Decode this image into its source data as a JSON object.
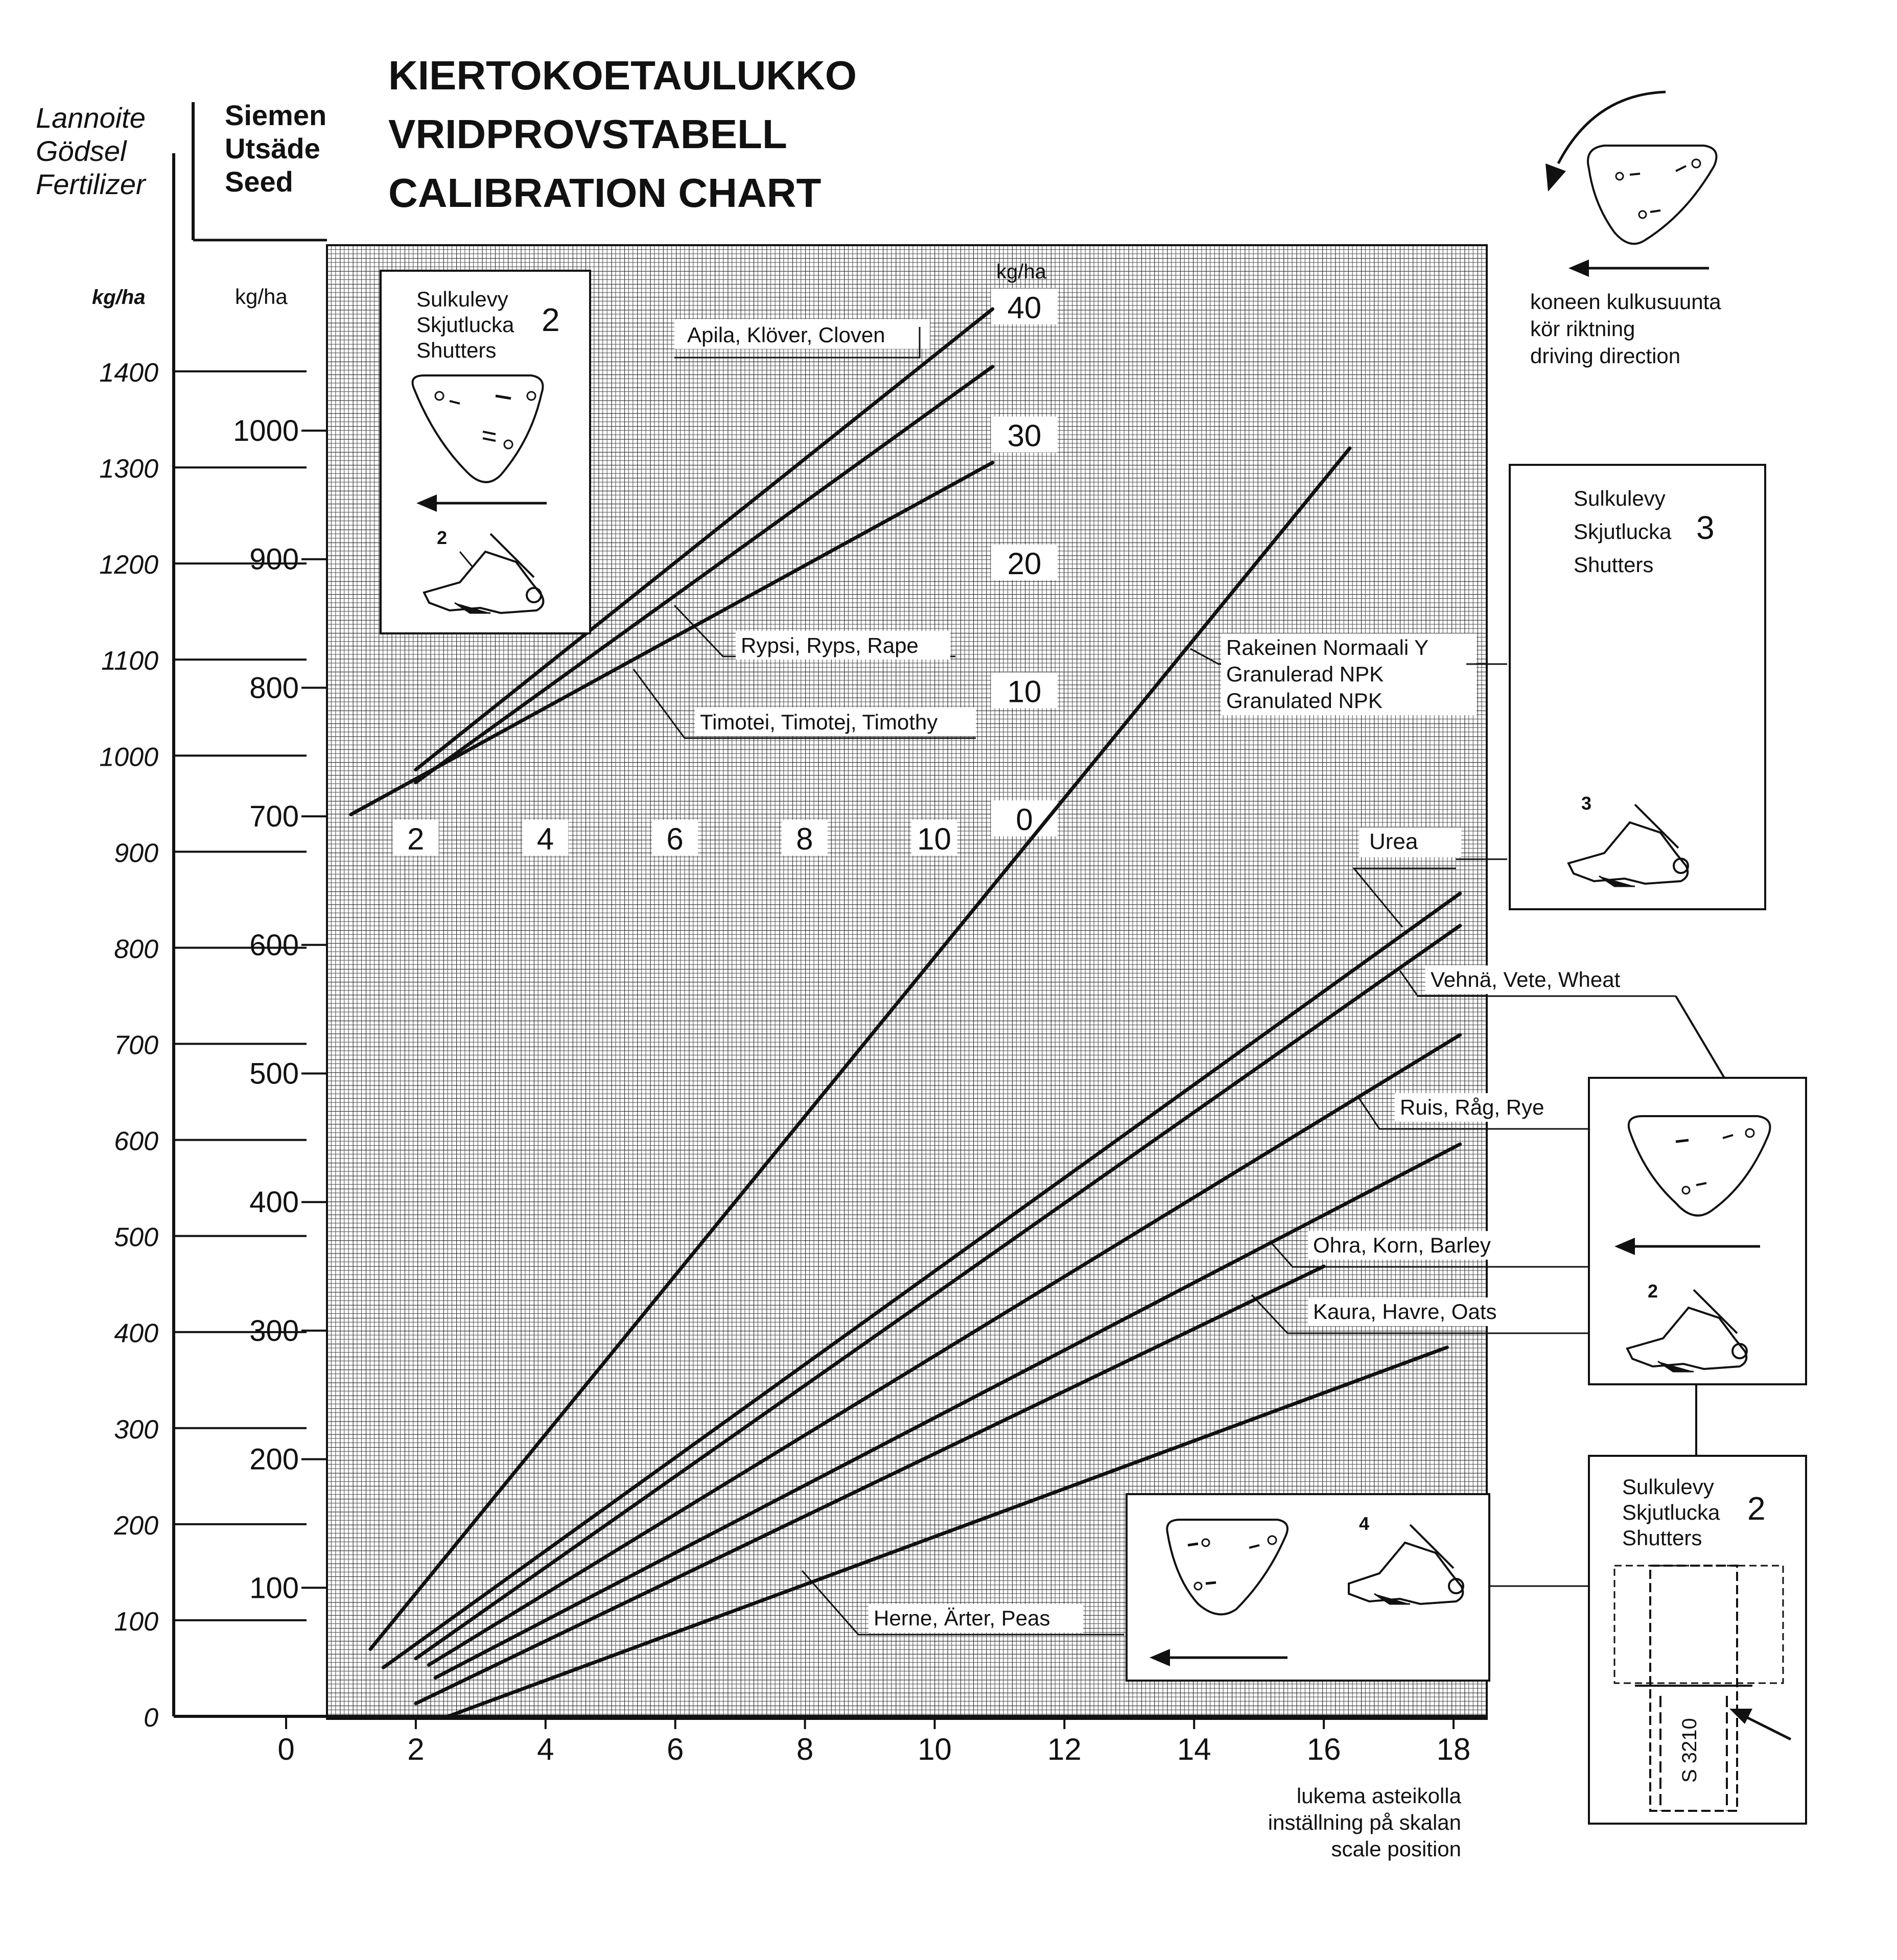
{
  "title": {
    "line1": "KIERTOKOETAULUKKO",
    "line2": "VRIDPROVSTABELL",
    "line3": "CALIBRATION CHART"
  },
  "fertilizer_axis": {
    "label1": "Lannoite",
    "label2": "Gödsel",
    "label3": "Fertilizer",
    "unit": "kg/ha",
    "ticks": [
      "0",
      "100",
      "200",
      "300",
      "400",
      "500",
      "600",
      "700",
      "800",
      "900",
      "1000",
      "1100",
      "1200",
      "1300",
      "1400"
    ]
  },
  "seed_axis": {
    "label1": "Siemen",
    "label2": "Utsäde",
    "label3": "Seed",
    "unit": "kg/ha",
    "ticks": [
      "100",
      "200",
      "300",
      "400",
      "500",
      "600",
      "700",
      "800",
      "900",
      "1000"
    ]
  },
  "small_seed_axis": {
    "unit": "kg/ha",
    "ticks": [
      "0",
      "10",
      "20",
      "30",
      "40"
    ],
    "x_ticks": [
      "2",
      "4",
      "6",
      "8",
      "10"
    ]
  },
  "x_axis": {
    "ticks": [
      "0",
      "2",
      "4",
      "6",
      "8",
      "10",
      "12",
      "14",
      "16",
      "18"
    ],
    "label1": "lukema asteikolla",
    "label2": "inställning på skalan",
    "label3": "scale position"
  },
  "direction_note": {
    "line1": "koneen kulkusuunta",
    "line2": "kör riktning",
    "line3": "driving direction"
  },
  "shutter_boxes": {
    "small_seeds": {
      "line1": "Sulkulevy",
      "line2": "Skjutlucka",
      "line3": "Shutters",
      "number": "2",
      "lever_number": "2"
    },
    "fertilizer": {
      "line1": "Sulkulevy",
      "line2": "Skjutlucka",
      "line3": "Shutters",
      "number": "3",
      "lever_number": "3"
    },
    "cereals": {
      "lever_number": "2"
    },
    "peas": {
      "lever_number": "4"
    },
    "gauge": {
      "line1": "Sulkulevy",
      "line2": "Skjutlucka",
      "line3": "Shutters",
      "number": "2",
      "scale_text": "S 3210"
    }
  },
  "curve_labels": {
    "apila": "Apila, Klöver, Cloven",
    "rypsi": "Rypsi, Ryps, Rape",
    "timotei": "Timotei, Timotej, Timothy",
    "rakeinen1": "Rakeinen Normaali Y",
    "rakeinen2": "Granulerad NPK",
    "rakeinen3": "Granulated NPK",
    "urea": "Urea",
    "vehna": "Vehnä, Vete, Wheat",
    "ruis": "Ruis, Råg, Rye",
    "ohra": "Ohra, Korn, Barley",
    "kaura": "Kaura, Havre, Oats",
    "herne": "Herne, Ärter, Peas"
  },
  "chart_data": [
    {
      "type": "line",
      "name": "main",
      "x_range": [
        0,
        18
      ],
      "y_range_fertilizer": [
        0,
        1400
      ],
      "y_range_seed": [
        0,
        1000
      ],
      "series": [
        {
          "name": "Rakeinen Normaali Y / Granulerad NPK / Granulated NPK",
          "axis": "fertilizer",
          "points": [
            [
              1.3,
              70
            ],
            [
              16.4,
              1320
            ]
          ]
        },
        {
          "name": "Urea",
          "axis": "seed",
          "points": [
            [
              1.5,
              38
            ],
            [
              18.1,
              640
            ]
          ]
        },
        {
          "name": "Vehnä, Vete, Wheat",
          "axis": "seed",
          "points": [
            [
              2.0,
              45
            ],
            [
              18.1,
              615
            ]
          ]
        },
        {
          "name": "Ruis, Råg, Rye",
          "axis": "seed",
          "points": [
            [
              2.2,
              40
            ],
            [
              18.1,
              530
            ]
          ]
        },
        {
          "name": "Ohra, Korn, Barley",
          "axis": "seed",
          "points": [
            [
              2.3,
              30
            ],
            [
              18.1,
              445
            ]
          ]
        },
        {
          "name": "Kaura, Havre, Oats",
          "axis": "seed",
          "points": [
            [
              2.0,
              10
            ],
            [
              16.0,
              350
            ]
          ]
        },
        {
          "name": "Herne, Ärter, Peas",
          "axis": "seed",
          "points": [
            [
              2.5,
              0
            ],
            [
              17.9,
              287
            ]
          ]
        }
      ]
    },
    {
      "type": "line",
      "name": "small seeds",
      "x_range": [
        0,
        12
      ],
      "y_range": [
        0,
        40
      ],
      "series": [
        {
          "name": "Apila, Klöver, Cloven",
          "points": [
            [
              2.0,
              4
            ],
            [
              10.9,
              40
            ]
          ]
        },
        {
          "name": "Rypsi, Ryps, Rape",
          "points": [
            [
              2.0,
              3
            ],
            [
              10.9,
              35.5
            ]
          ]
        },
        {
          "name": "Timotei, Timotej, Timothy",
          "points": [
            [
              1.0,
              0.5
            ],
            [
              10.9,
              28
            ]
          ]
        }
      ]
    }
  ]
}
